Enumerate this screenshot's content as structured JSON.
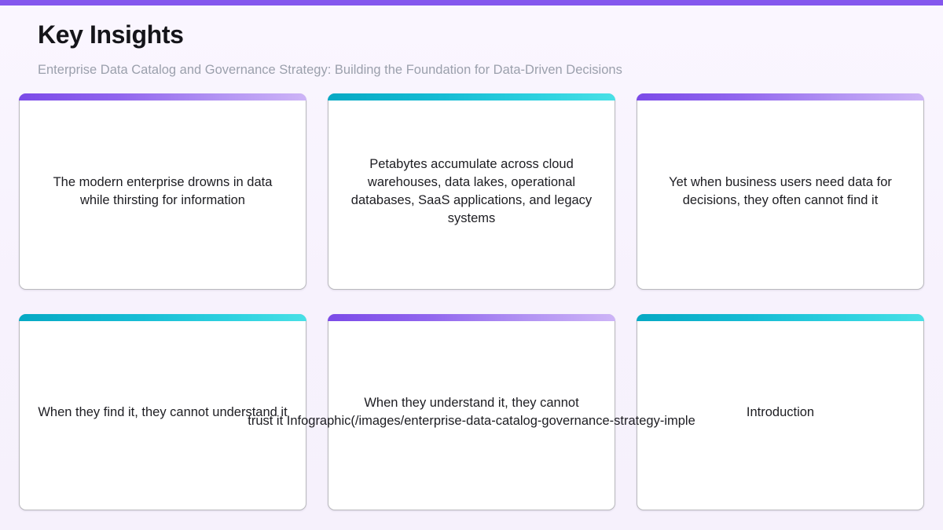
{
  "theme": {
    "accent_purple": "#8457ee",
    "accent_teal": "#16bcd4",
    "page_background": "#f9f5fe",
    "card_background": "#ffffff",
    "title_color": "#15151a",
    "subtitle_color": "#9ba0ac",
    "body_text_color": "#1d1d22"
  },
  "header": {
    "title": "Key Insights",
    "subtitle": "Enterprise Data Catalog and Governance Strategy: Building the Foundation for Data-Driven Decisions"
  },
  "cards": [
    {
      "id": "card-1",
      "accent": "purple",
      "text": "The modern enterprise drowns in data while thirsting for information"
    },
    {
      "id": "card-2",
      "accent": "teal",
      "text": "Petabytes accumulate across cloud warehouses, data lakes, operational databases, SaaS applications, and legacy systems"
    },
    {
      "id": "card-3",
      "accent": "purple",
      "text": "Yet when business users need data for decisions, they often cannot find it"
    },
    {
      "id": "card-4",
      "accent": "teal",
      "text": "When they find it, they cannot understand it"
    },
    {
      "id": "card-5",
      "accent": "purple",
      "text": "When they understand it, they cannot trust it  Infographic(/images/enterprise-data-catalog-governance-strategy-implementation",
      "line_1": "When they understand it, they cannot",
      "line_2": "trust it  Infographic(/images/enterprise-data-catalog-governance-strategy-imple"
    },
    {
      "id": "card-6",
      "accent": "teal",
      "text": "Introduction"
    }
  ]
}
